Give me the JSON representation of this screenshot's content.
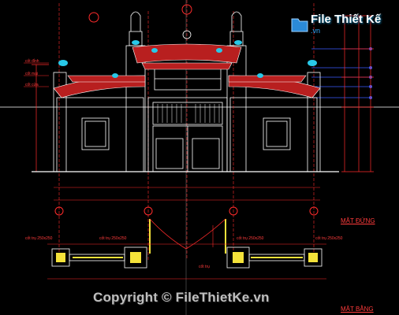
{
  "logo": {
    "brand": "File Thiết Kế",
    "domain": ".vn"
  },
  "watermark": {
    "text": "Copyright © FileThietKe.vn"
  },
  "drawing": {
    "elevation_title": "MẶT ĐỨNG",
    "plan_title": "MẶT BẰNG",
    "left_labels": [
      "cốt đỉnh",
      "cốt mái",
      "cốt cửa"
    ],
    "plan_labels": [
      "cốt trụ 250x250",
      "cốt trụ 250x250",
      "cốt trụ 250x250",
      "cốt trụ 250x250"
    ],
    "door_label": "cốt trụ"
  },
  "colors": {
    "background": "#000000",
    "linework": "#ffffff",
    "roof": "#b81f1f",
    "dimension": "#ff2b2b",
    "grid_axis": "#ff2b2b",
    "accent_cyan": "#28c8e8",
    "accent_yellow": "#f4e23a",
    "blue_markers": "#3b5cff"
  }
}
